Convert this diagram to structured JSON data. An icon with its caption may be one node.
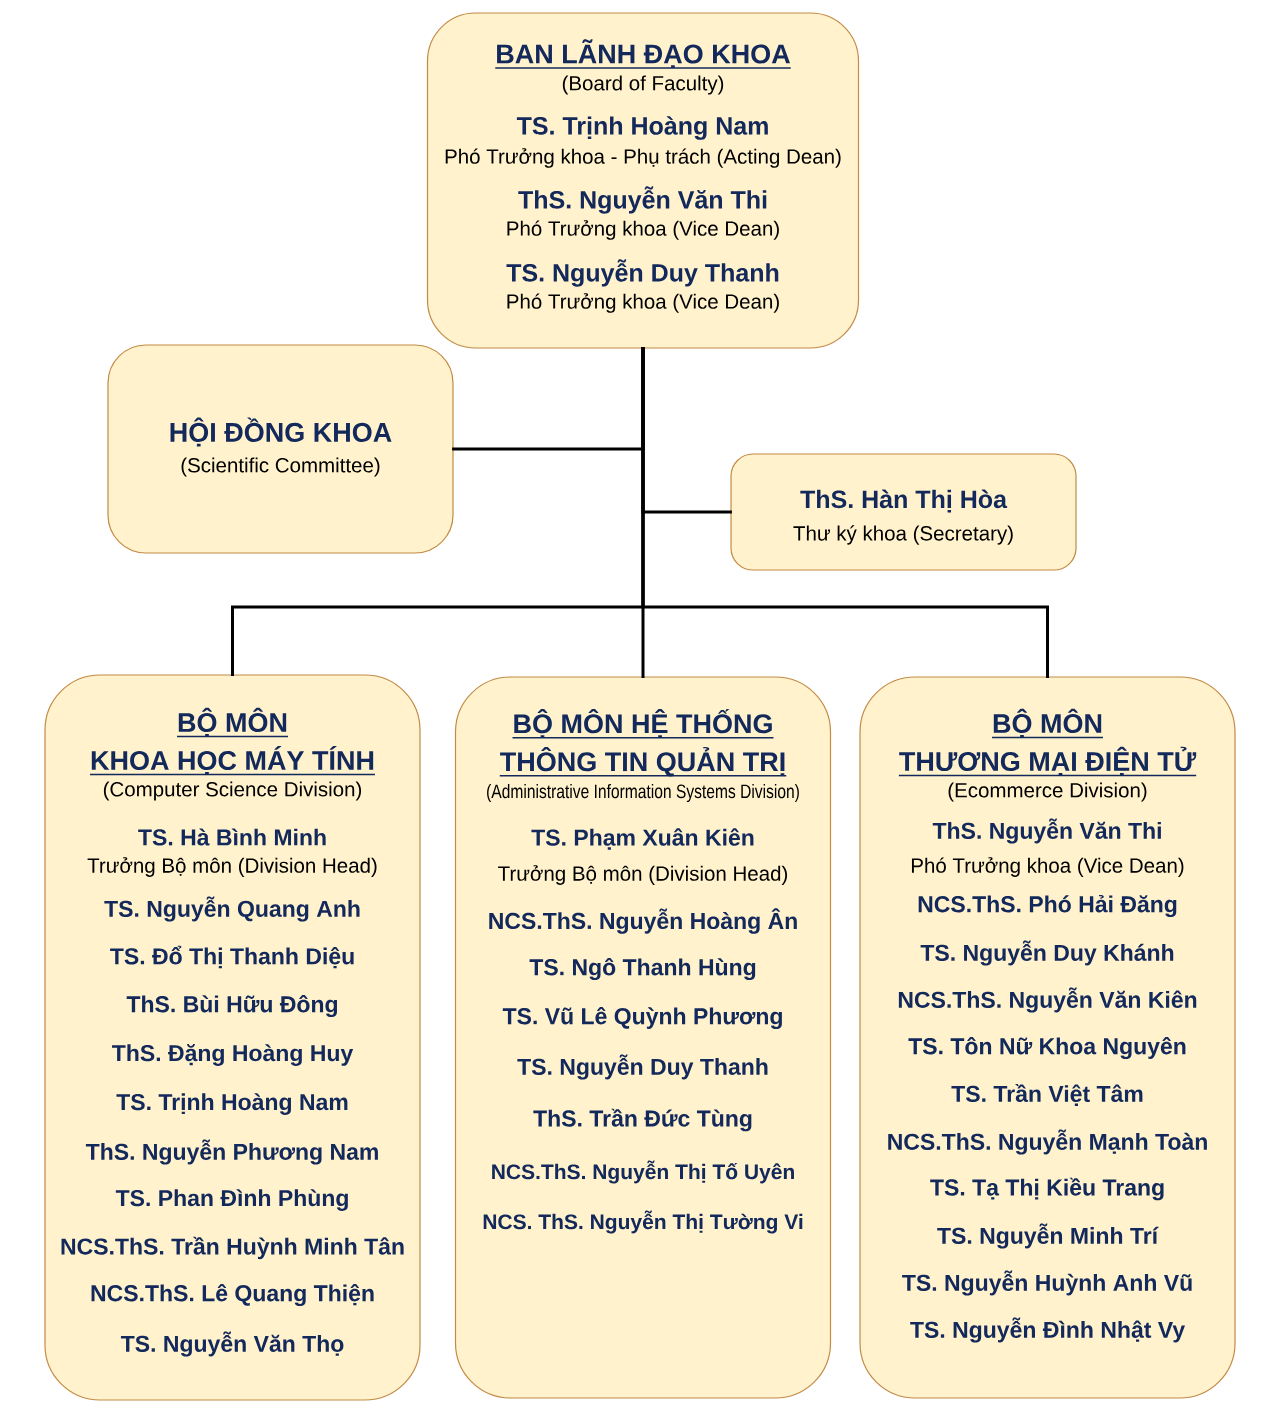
{
  "diagram": {
    "nodes": [
      {
        "text": [
          "BAN LÃNH ĐẠO KHOA",
          "(Board of Faculty)",
          "TS. Trịnh Hoàng Nam",
          "Phó Trưởng khoa - Phụ trách (Acting Dean)",
          "ThS. Nguyễn Văn Thi",
          "Phó Trưởng khoa (Vice Dean)",
          "TS. Nguyễn Duy Thanh",
          "Phó Trưởng khoa (Vice Dean)"
        ]
      },
      {
        "text": [
          "HỘI ĐỒNG KHOA",
          "(Scientific Committee)"
        ]
      },
      {
        "text": [
          "ThS. Hàn Thị Hòa",
          "Thư ký khoa (Secretary)"
        ]
      },
      {
        "text": [
          "BỘ MÔN KHOA HỌC MÁY TÍNH",
          "(Computer Science Division)",
          "TS. Hà Bình Minh",
          "Trưởng Bộ môn (Division Head)",
          "TS. Nguyễn Quang Anh",
          "TS. Đổ Thị Thanh Diệu",
          "ThS. Bùi Hữu Đông",
          "ThS. Đặng Hoàng Huy",
          "TS. Trịnh Hoàng Nam",
          "ThS. Nguyễn Phương Nam",
          "TS. Phan Đình Phùng",
          "NCS.ThS. Trần Huỳnh Minh Tân",
          "NCS.ThS. Lê Quang Thiện",
          "TS. Nguyễn Văn Thọ"
        ]
      },
      {
        "text": [
          "BỘ MÔN HỆ THỐNG THÔNG TIN QUẢN TRỊ",
          "(Administrative Information Systems Division)",
          "TS. Phạm Xuân Kiên",
          "Trưởng Bộ môn (Division Head)",
          "NCS.ThS. Nguyễn Hoàng Ân",
          "TS. Ngô Thanh Hùng",
          "TS. Vũ Lê Quỳnh Phương",
          "TS. Nguyễn Duy Thanh",
          "ThS. Trần Đức Tùng",
          "NCS.ThS. Nguyễn Thị Tố Uyên",
          "NCS. ThS. Nguyễn Thị Tường Vi"
        ]
      },
      {
        "text": [
          "BỘ MÔN THƯƠNG MẠI ĐIỆN TỬ",
          "(Ecommerce Division)",
          "ThS. Nguyễn Văn Thi",
          "Phó Trưởng khoa (Vice Dean)",
          "NCS.ThS. Phó Hải Đăng",
          "TS. Nguyễn Duy Khánh",
          "NCS.ThS. Nguyễn Văn Kiên",
          "TS. Tôn Nữ Khoa Nguyên",
          "TS. Trần Việt Tâm",
          "NCS.ThS. Nguyễn Mạnh Toàn",
          "TS. Tạ Thị Kiều Trang",
          "TS. Nguyễn Minh Trí",
          "TS. Nguyễn Huỳnh Anh Vũ",
          "TS. Nguyễn Đình Nhật Vy"
        ]
      }
    ],
    "edges": [
      {
        "from": 0,
        "to": 1,
        "arrow": "none"
      },
      {
        "from": 0,
        "to": 2,
        "arrow": "none"
      },
      {
        "from": 0,
        "to": 3,
        "arrow": "none"
      },
      {
        "from": 0,
        "to": 4,
        "arrow": "none"
      },
      {
        "from": 0,
        "to": 5,
        "arrow": "none"
      }
    ]
  }
}
